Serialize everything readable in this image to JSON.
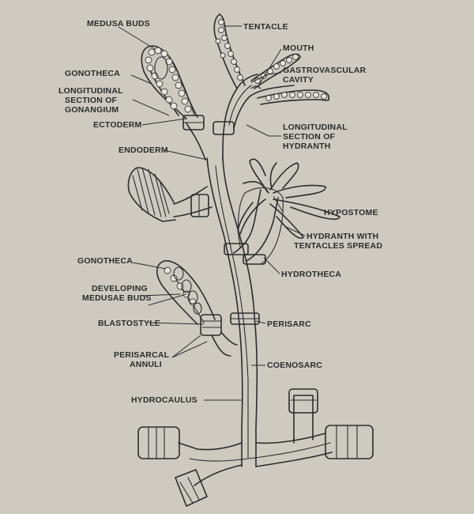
{
  "labels": {
    "medusa_buds": "MEDUSA BUDS",
    "tentacle": "TENTACLE",
    "mouth": "MOUTH",
    "gastrovascular_1": "GASTROVASCULAR",
    "gastrovascular_2": "CAVITY",
    "gonotheca_top": "GONOTHECA",
    "long_section_gonangium_1": "LONGITUDINAL",
    "long_section_gonangium_2": "SECTION OF",
    "long_section_gonangium_3": "GONANGIUM",
    "ectoderm": "ECTODERM",
    "long_section_hydranth_1": "LONGITUDINAL",
    "long_section_hydranth_2": "SECTION OF",
    "long_section_hydranth_3": "HYDRANTH",
    "endoderm": "ENDODERM",
    "hypostome": "HYPOSTOME",
    "hydranth_spread_1": "HYDRANTH WITH",
    "hydranth_spread_2": "TENTACLES SPREAD",
    "gonotheca_mid": "GONOTHECA",
    "hydrotheca": "HYDROTHECA",
    "developing_1": "DEVELOPING",
    "developing_2": "MEDUSAE BUDS",
    "blastostyle": "BLASTOSTYLE",
    "perisarc": "PERISARC",
    "perisarcal_1": "PERISARCAL",
    "perisarcal_2": "ANNULI",
    "coenosarc": "COENOSARC",
    "hydrocaulus": "HYDROCAULUS"
  },
  "colors": {
    "paper": "#cfcac0",
    "ink": "#2c2c2c"
  }
}
